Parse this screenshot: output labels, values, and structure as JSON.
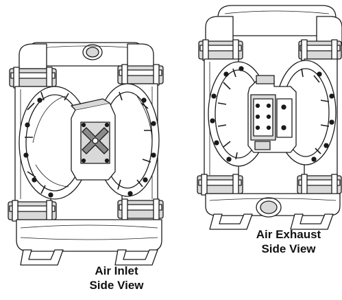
{
  "captions": {
    "left": {
      "line1": "Air Inlet",
      "line2": "Side View"
    },
    "right": {
      "line1": "Air Exhaust",
      "line2": "Side View"
    }
  },
  "colors": {
    "line": "#1a1a1a",
    "fill": "#ffffff",
    "shade": "#d9d9d9",
    "dark": "#8a8a8a"
  }
}
